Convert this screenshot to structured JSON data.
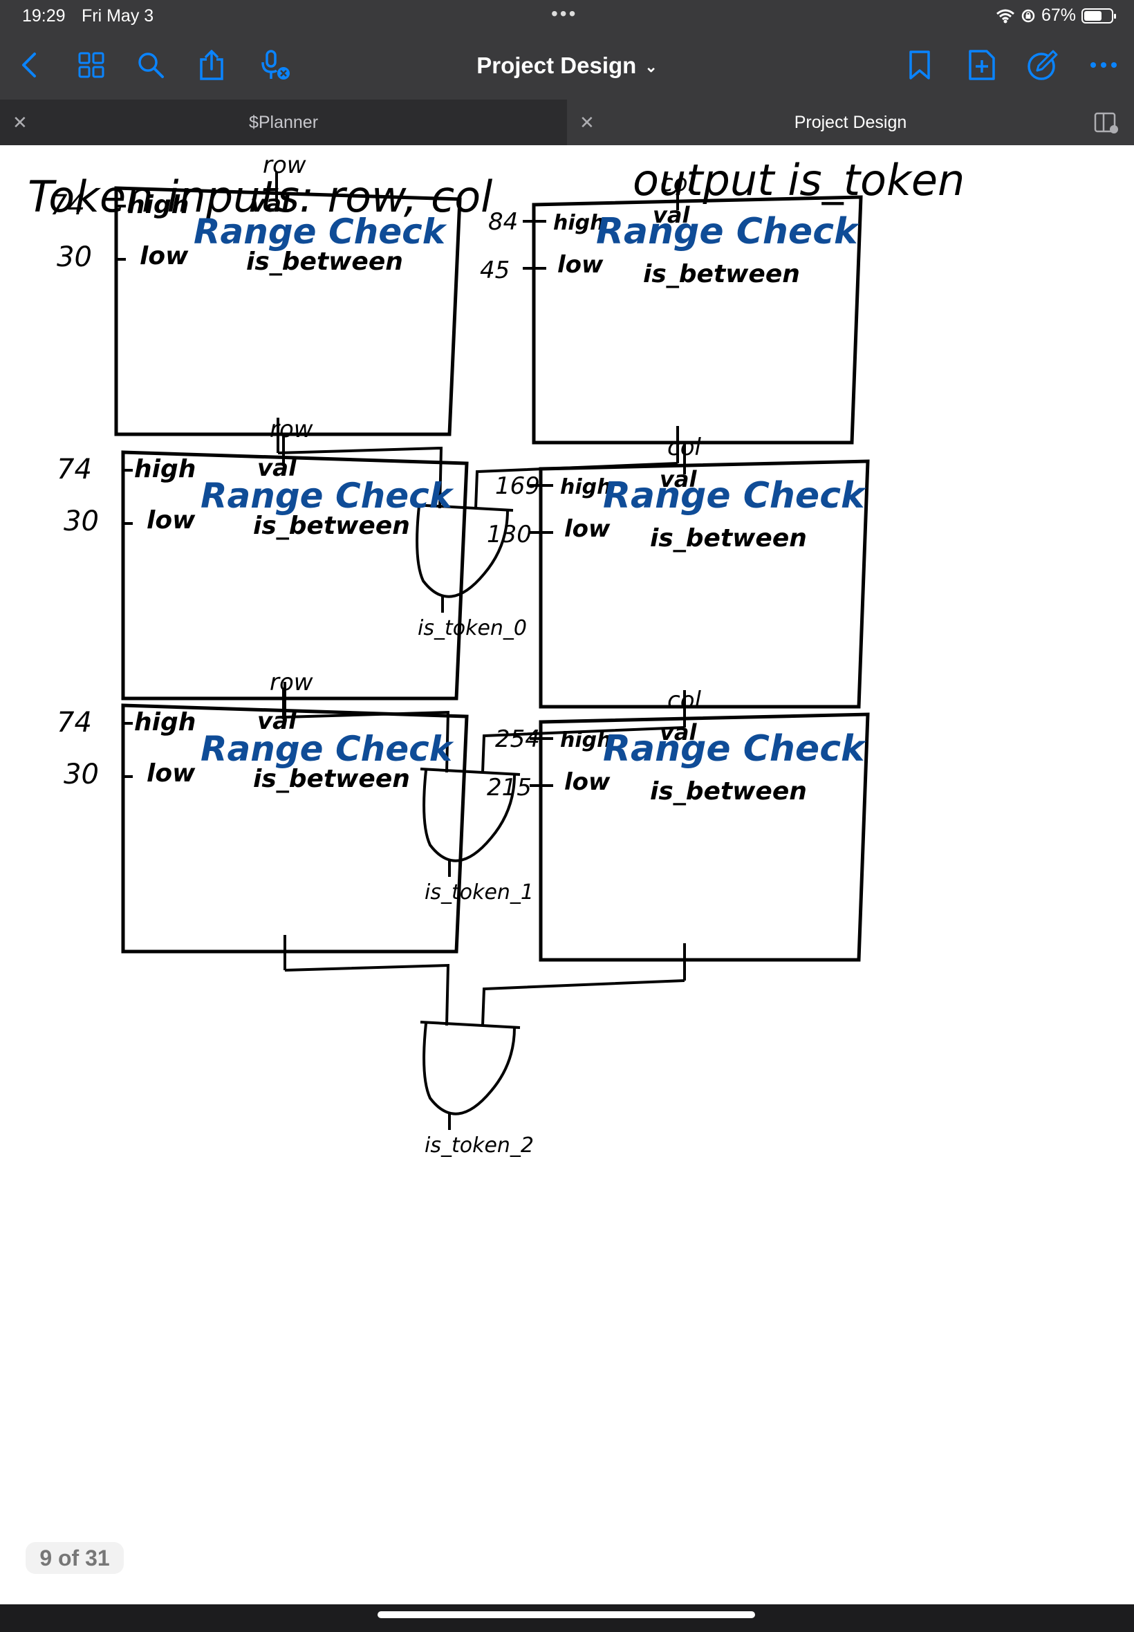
{
  "status": {
    "time": "19:29",
    "date": "Fri May 3",
    "battery": "67%",
    "battery_level": 0.67
  },
  "toolbar": {
    "title": "Project Design"
  },
  "tabs": [
    {
      "label": "$Planner"
    },
    {
      "label": "Project Design"
    }
  ],
  "note": {
    "heading_left": "Token inputs: row, col",
    "heading_right": "output is_token",
    "blocks": [
      {
        "row_label": "row",
        "col_label": "col",
        "left": {
          "high_value": "74",
          "low_value": "30",
          "high": "high",
          "low": "low",
          "val": "val",
          "title": "Range Check",
          "output": "is_between"
        },
        "right": {
          "high_value": "84",
          "low_value": "45",
          "high": "high",
          "low": "low",
          "val": "val",
          "title": "Range Check",
          "output": "is_between"
        },
        "gate_output": "is_token_0"
      },
      {
        "row_label": "row",
        "col_label": "col",
        "left": {
          "high_value": "74",
          "low_value": "30",
          "high": "high",
          "low": "low",
          "val": "val",
          "title": "Range Check",
          "output": "is_between"
        },
        "right": {
          "high_value": "169",
          "low_value": "130",
          "high": "high",
          "low": "low",
          "val": "val",
          "title": "Range Check",
          "output": "is_between"
        },
        "gate_output": "is_token_1"
      },
      {
        "row_label": "row",
        "col_label": "col",
        "left": {
          "high_value": "74",
          "low_value": "30",
          "high": "high",
          "low": "low",
          "val": "val",
          "title": "Range Check",
          "output": "is_between"
        },
        "right": {
          "high_value": "254",
          "low_value": "215",
          "high": "high",
          "low": "low",
          "val": "val",
          "title": "Range Check",
          "output": "is_between"
        },
        "gate_output": "is_token_2"
      }
    ]
  },
  "page_counter": "9 of 31",
  "colors": {
    "accent": "#0a84ff",
    "ink": "#000000",
    "range_check": "#0f4c97"
  }
}
